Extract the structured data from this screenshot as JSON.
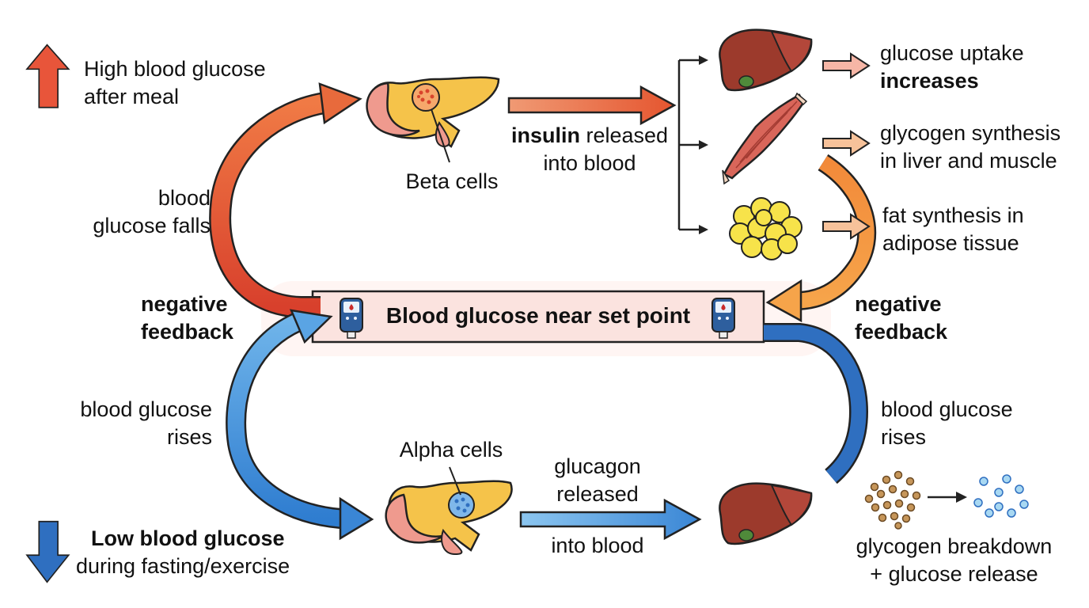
{
  "title_box": {
    "text": "Blood glucose near set point"
  },
  "high_trigger": {
    "line1": "High blood glucose",
    "line2": "after meal"
  },
  "low_trigger": {
    "line1": "Low blood glucose",
    "line2": "during fasting/exercise"
  },
  "beta_cells": {
    "label": "Beta cells"
  },
  "alpha_cells": {
    "label": "Alpha cells"
  },
  "insulin_step": {
    "bold": "insulin",
    "rest": " released",
    "line2": "into blood"
  },
  "glucagon_step": {
    "line1": "glucagon",
    "line2": "released",
    "line3": "into blood"
  },
  "effects": {
    "uptake": {
      "line1": "glucose uptake",
      "line2": "increases"
    },
    "glycogen": {
      "line1": "glycogen synthesis",
      "line2": "in liver and muscle"
    },
    "fat": {
      "line1": "fat synthesis in",
      "line2": "adipose tissue"
    }
  },
  "left_top": {
    "line1": "blood",
    "line2": "glucose falls"
  },
  "left_bottom": {
    "line1": "blood glucose",
    "line2": "rises"
  },
  "right_bottom": {
    "line1": "blood glucose",
    "line2": "rises"
  },
  "feedback_left": {
    "line1": "negative",
    "line2": "feedback"
  },
  "feedback_right": {
    "line1": "negative",
    "line2": "feedback"
  },
  "breakdown": {
    "line1": "glycogen breakdown",
    "line2": "+ glucose release"
  },
  "colors": {
    "insulin_path": "#e8553a",
    "glucagon_path": "#3a7fd0",
    "banner_fill": "#fbe3df"
  }
}
